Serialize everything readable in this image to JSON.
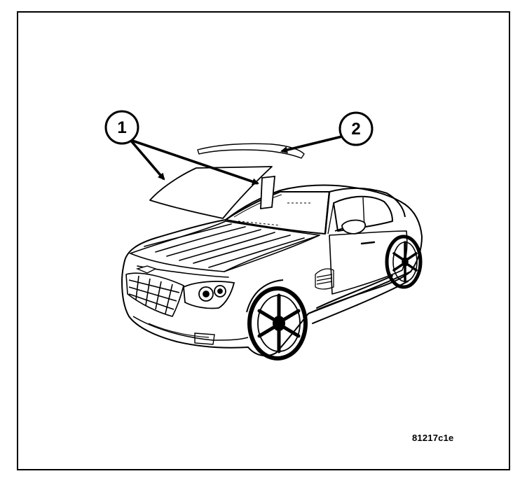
{
  "callouts": [
    {
      "id": "callout-1",
      "label": "1"
    },
    {
      "id": "callout-2",
      "label": "2"
    }
  ],
  "figure_id": "81217c1e",
  "colors": {
    "line": "#000000",
    "background": "#ffffff"
  }
}
